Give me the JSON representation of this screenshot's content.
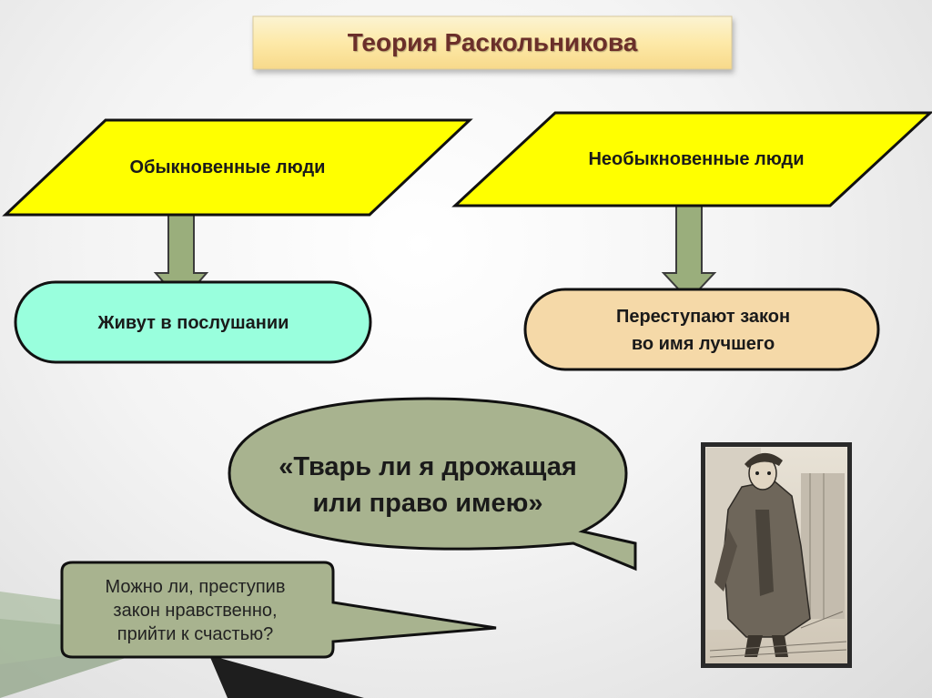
{
  "title": "Теория Раскольникова",
  "ordinary": {
    "label": "Обыкновенные люди",
    "result": "Живут в послушании"
  },
  "extraordinary": {
    "label": "Необыкновенные люди",
    "result_line1": "Переступают закон",
    "result_line2": "во имя лучшего"
  },
  "quote": {
    "line1": "«Тварь ли я дрожащая",
    "line2": "или право имею»"
  },
  "question": {
    "line1": "Можно ли, преступив",
    "line2": "закон нравственно,",
    "line3": "прийти к счастью?"
  },
  "colors": {
    "parallelogram": "#ffff00",
    "obey_fill": "#99ffdd",
    "break_fill": "#f5d9a8",
    "arrow_fill": "#9aae7c",
    "bubble_fill": "#a8b38f",
    "title_text": "#6b2f2a"
  },
  "illustration": {
    "description_icon": "raskolnikov-portrait"
  }
}
